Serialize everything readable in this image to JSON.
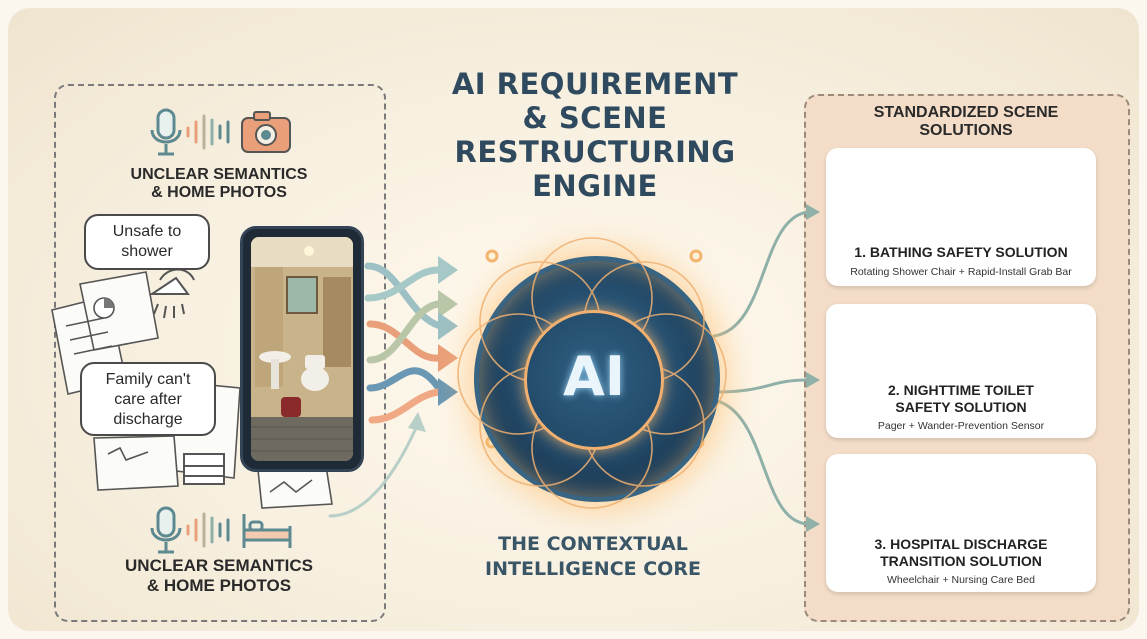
{
  "header": {
    "title_lines": [
      "AI REQUIREMENT",
      "& SCENE",
      "RESTRUCTURING",
      "ENGINE"
    ]
  },
  "input": {
    "top_caption_lines": [
      "UNCLEAR SEMANTICS",
      "& HOME PHOTOS"
    ],
    "bottom_caption_lines": [
      "UNCLEAR SEMANTICS",
      "& HOME PHOTOS"
    ],
    "bubbles": [
      {
        "lines": [
          "Unsafe to",
          "shower"
        ]
      },
      {
        "lines": [
          "Family can't",
          "care after",
          "discharge"
        ]
      }
    ]
  },
  "core": {
    "label": "AI",
    "caption_lines": [
      "THE CONTEXTUAL",
      "INTELLIGENCE CORE"
    ]
  },
  "output": {
    "title_lines": [
      "STANDARDIZED SCENE",
      "SOLUTIONS"
    ],
    "cards": [
      {
        "title_lines": [
          "1. BATHING SAFETY SOLUTION"
        ],
        "subtitle": "Rotating Shower Chair + Rapid-Install Grab Bar"
      },
      {
        "title_lines": [
          "2. NIGHTTIME TOILET",
          "SAFETY SOLUTION"
        ],
        "subtitle": "Pager + Wander-Prevention Sensor"
      },
      {
        "title_lines": [
          "3. HOSPITAL DISCHARGE",
          "TRANSITION SOLUTION"
        ],
        "subtitle": "Wheelchair + Nursing Care Bed"
      }
    ]
  },
  "colors": {
    "title": "#2f4a5e",
    "core_glow": "#f0b070",
    "right_panel": "#f4ddc8",
    "flow_arrow": "#8fb0a8"
  },
  "icons": [
    "microphone-icon",
    "sound-wave-icon",
    "camera-icon",
    "bed-icon",
    "shower-icon",
    "document-icon",
    "shower-chair-icon",
    "grab-bar-icon",
    "alarm-bell-icon",
    "pager-icon",
    "wheelchair-icon",
    "nursing-bed-icon"
  ]
}
